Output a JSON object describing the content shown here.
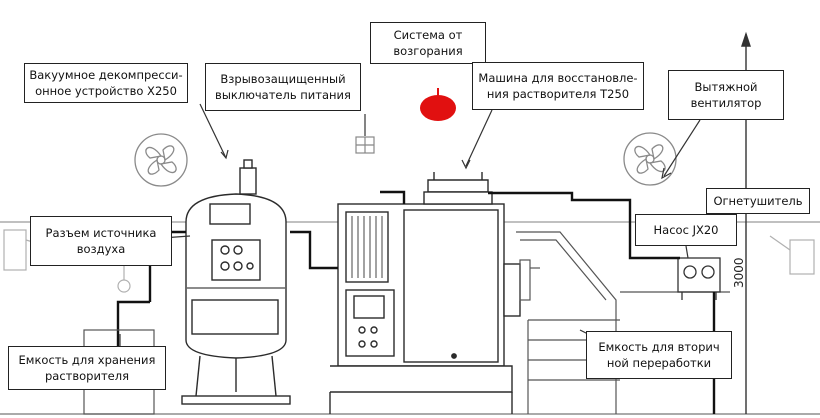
{
  "labels": {
    "vacuum": [
      "Вакуумное декомпресси-",
      "онное устройство X250"
    ],
    "switch": [
      "Взрывозащищенный",
      "выключатель питания"
    ],
    "fire_system": [
      "Система от",
      "возгорания"
    ],
    "recovery_machine": [
      "Машина для восстановле-",
      "ния растворителя T250"
    ],
    "exhaust_fan": [
      "Вытяжной",
      "вентилятор"
    ],
    "extinguisher": "Огнетушитель",
    "pump": "Насос JX20",
    "air_connector": [
      "Разъем источника",
      "воздуха"
    ],
    "storage_tank": [
      "Емкость для хранения",
      "растворителя"
    ],
    "recycle_tank": [
      "Емкость для вторич",
      "ной переработки"
    ]
  },
  "dimension": "3000",
  "colors": {
    "line": "#2b2b2b",
    "light": "#9a9a9a",
    "alarm": "#e11010",
    "pipe": "#111111"
  }
}
